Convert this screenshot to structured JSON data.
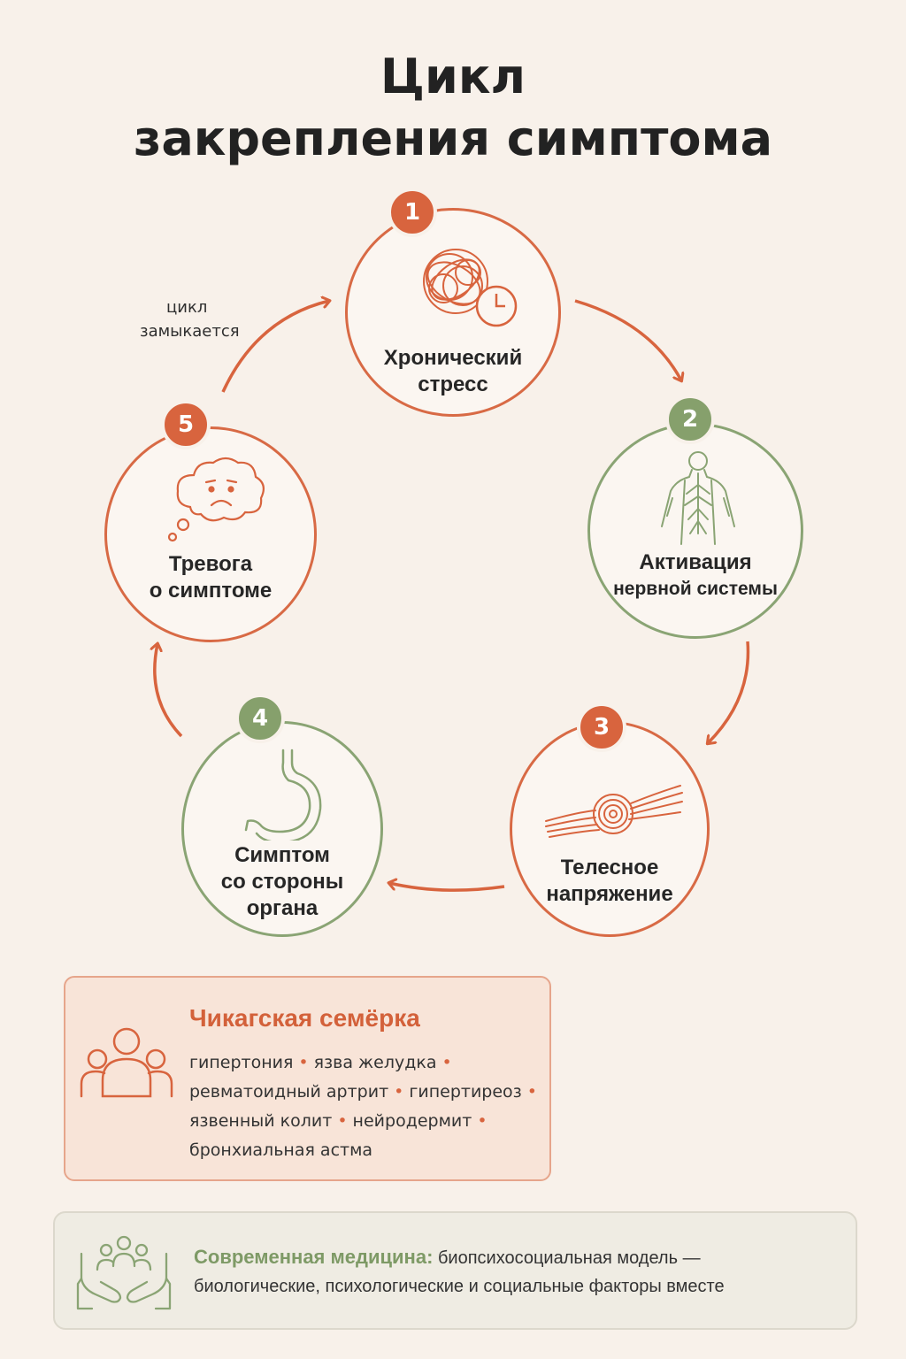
{
  "title": {
    "line1": "Цикл",
    "line2": "закрепления симптома"
  },
  "cycle_note": {
    "line1": "цикл",
    "line2": "замыкается"
  },
  "nodes": [
    {
      "number": "1",
      "label1": "Хронический",
      "label2": "стресс",
      "label3": "",
      "color": "#d86a45",
      "icon": "tangled-thread-clock-icon"
    },
    {
      "number": "2",
      "label1": "Активация",
      "label2": "нервной системы",
      "label3": "",
      "color": "#8aa474",
      "icon": "nervous-system-body-icon"
    },
    {
      "number": "3",
      "label1": "Телесное",
      "label2": "напряжение",
      "label3": "",
      "color": "#d86a45",
      "icon": "tense-muscle-knot-icon"
    },
    {
      "number": "4",
      "label1": "Симптом",
      "label2": "со стороны",
      "label3": "органа",
      "color": "#8aa474",
      "icon": "stomach-icon"
    },
    {
      "number": "5",
      "label1": "Тревога",
      "label2": "о симптоме",
      "label3": "",
      "color": "#d86a45",
      "icon": "worried-thought-cloud-icon"
    }
  ],
  "chicago": {
    "title": "Чикагская семёрка",
    "diseases": [
      "гипертония",
      "язва желудка",
      "ревматоидный артрит",
      "гипертиреоз",
      "язвенный колит",
      "нейродермит",
      "бронхиальная астма"
    ],
    "icon": "people-group-icon"
  },
  "modern": {
    "label": "Современная медицина:",
    "text1": "биопсихосоциальная модель —",
    "text2": "биологические, психологические и социальные факторы вместе",
    "icon": "hands-holding-people-icon"
  },
  "colors": {
    "accent_orange": "#d86a45",
    "accent_green": "#8aa474",
    "background": "#f8f1ea"
  }
}
